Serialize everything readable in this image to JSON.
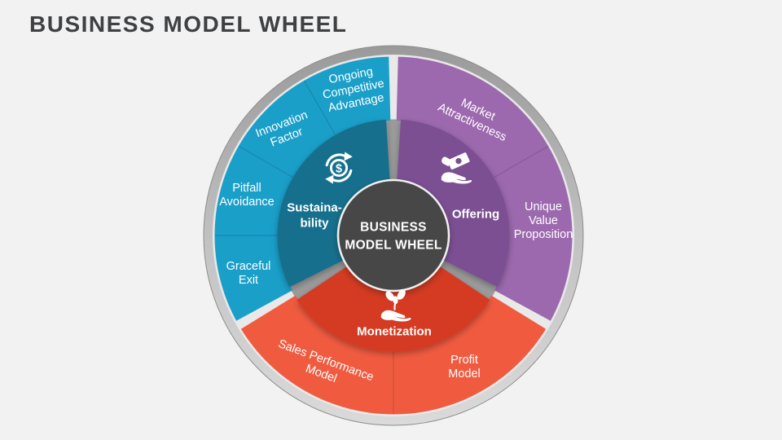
{
  "title": "BUSINESS MODEL WHEEL",
  "center": {
    "label": "BUSINESS\nMODEL WHEEL",
    "bg_color": "#474747"
  },
  "icons": {
    "dollar_symbol": "$"
  },
  "wheel": {
    "colors": {
      "rim": "#b5b5b5",
      "outer_gap": "#e9e9e9",
      "inner_gap": "#9b9b9b",
      "hub_stroke": "#f0f0f0"
    },
    "groups": [
      {
        "id": "offering",
        "label": "Offering",
        "icon": "hand-money-icon",
        "inner_color": "#7b4f93",
        "outer_color": "#9c69ae",
        "start": 0,
        "end": 120,
        "children": [
          {
            "label": "Market\nAttractiveness"
          },
          {
            "label": "Unique\nValue\nProposition"
          }
        ]
      },
      {
        "id": "monetization",
        "label": "Monetization",
        "icon": "hand-plant-icon",
        "inner_color": "#d43b20",
        "outer_color": "#f05b40",
        "start": 120,
        "end": 240,
        "children": [
          {
            "label": "Profit\nModel"
          },
          {
            "label": "Sales Performance\nModel"
          }
        ]
      },
      {
        "id": "sustainability",
        "label": "Sustaina-\nbility",
        "icon": "money-cycle-icon",
        "inner_color": "#17708d",
        "outer_color": "#1a9fc9",
        "start": 240,
        "end": 360,
        "children": [
          {
            "label": "Graceful\nExit"
          },
          {
            "label": "Pitfall\nAvoidance"
          },
          {
            "label": "Innovation\nFactor"
          },
          {
            "label": "Ongoing\nCompetitive\nAdvantage"
          }
        ]
      }
    ]
  }
}
